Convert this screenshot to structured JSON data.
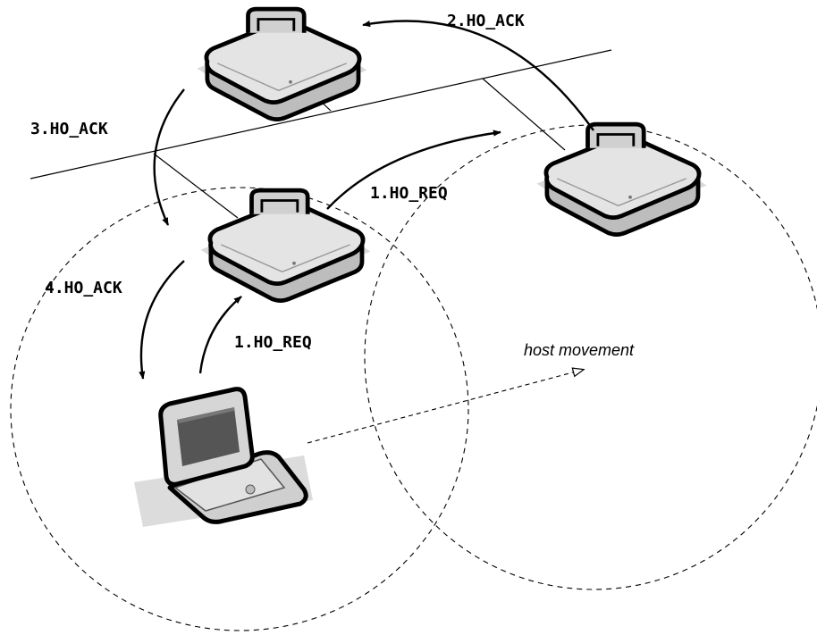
{
  "messages": {
    "ho_req_to_old_ap": "1.HO_REQ",
    "ho_req_to_new_ap": "1.HO_REQ",
    "ho_ack_new_to_router": "2.HO_ACK",
    "ho_ack_router_to_old_ap": "3.HO_ACK",
    "ho_ack_old_ap_to_host": "4.HO_ACK"
  },
  "movement_label": "host movement",
  "icons": {
    "top_device": "access-point-icon",
    "new_ap": "access-point-icon",
    "old_ap": "access-point-icon",
    "host": "laptop-icon"
  },
  "colors": {
    "line": "#000000",
    "device_body": "#dcdcdc",
    "device_shadow": "#bdbdbd"
  }
}
